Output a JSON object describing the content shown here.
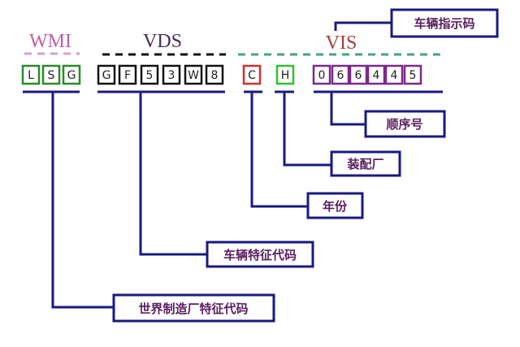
{
  "sections": {
    "wmi": {
      "title": "WMI",
      "chars": [
        "L",
        "S",
        "G"
      ],
      "label": "世界制造厂特征代码",
      "color": "#c060a0",
      "box_color": "#2a8a2a"
    },
    "vds": {
      "title": "VDS",
      "chars": [
        "G",
        "F",
        "5",
        "3",
        "W",
        "8"
      ],
      "label": "车辆特征代码",
      "color": "#4a2a5a",
      "box_color": "#111111"
    },
    "vis": {
      "title": "VIS",
      "label": "车辆指示码",
      "color": "#a0403c",
      "dash_color": "#4aa080"
    },
    "year": {
      "char": "C",
      "label": "年份",
      "box_color": "#d03030"
    },
    "plant": {
      "char": "H",
      "label": "装配厂",
      "box_color": "#30c030"
    },
    "serial": {
      "chars": [
        "0",
        "6",
        "6",
        "4",
        "4",
        "5"
      ],
      "label": "顺序号",
      "box_color": "#7a2a8a"
    }
  },
  "colors": {
    "line": "#1a1a80",
    "label_text": "#5a2060"
  }
}
